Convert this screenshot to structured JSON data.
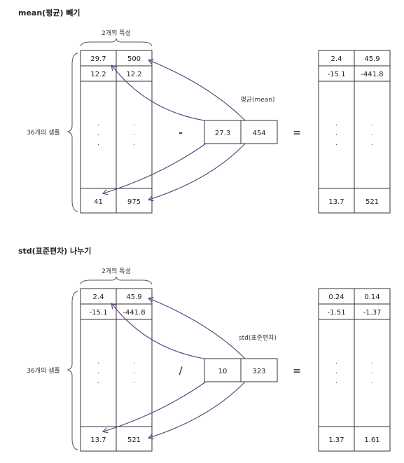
{
  "sections": [
    {
      "title": "mean(평균) 빼기",
      "features_label": "2개의 특성",
      "samples_label": "36개의 샘플",
      "operator": "-",
      "equals": "=",
      "vector_label": "평균(mean)",
      "input": {
        "first": [
          "29.7",
          "500"
        ],
        "second": [
          "12.2",
          "12.2"
        ],
        "last": [
          "41",
          "975"
        ]
      },
      "vector": [
        "27.3",
        "454"
      ],
      "output": {
        "first": [
          "2.4",
          "45.9"
        ],
        "second": [
          "-15.1",
          "-441.8"
        ],
        "last": [
          "13.7",
          "521"
        ]
      }
    },
    {
      "title": "std(표준편차) 나누기",
      "features_label": "2개의 특성",
      "samples_label": "36개의 샘플",
      "operator": "/",
      "equals": "=",
      "vector_label": "std(표준편차)",
      "input": {
        "first": [
          "2.4",
          "45.9"
        ],
        "second": [
          "-15.1",
          "-441.8"
        ],
        "last": [
          "13.7",
          "521"
        ]
      },
      "vector": [
        "10",
        "323"
      ],
      "output": {
        "first": [
          "0.24",
          "0.14"
        ],
        "second": [
          "-1.51",
          "-1.37"
        ],
        "last": [
          "1.37",
          "1.61"
        ]
      }
    }
  ]
}
